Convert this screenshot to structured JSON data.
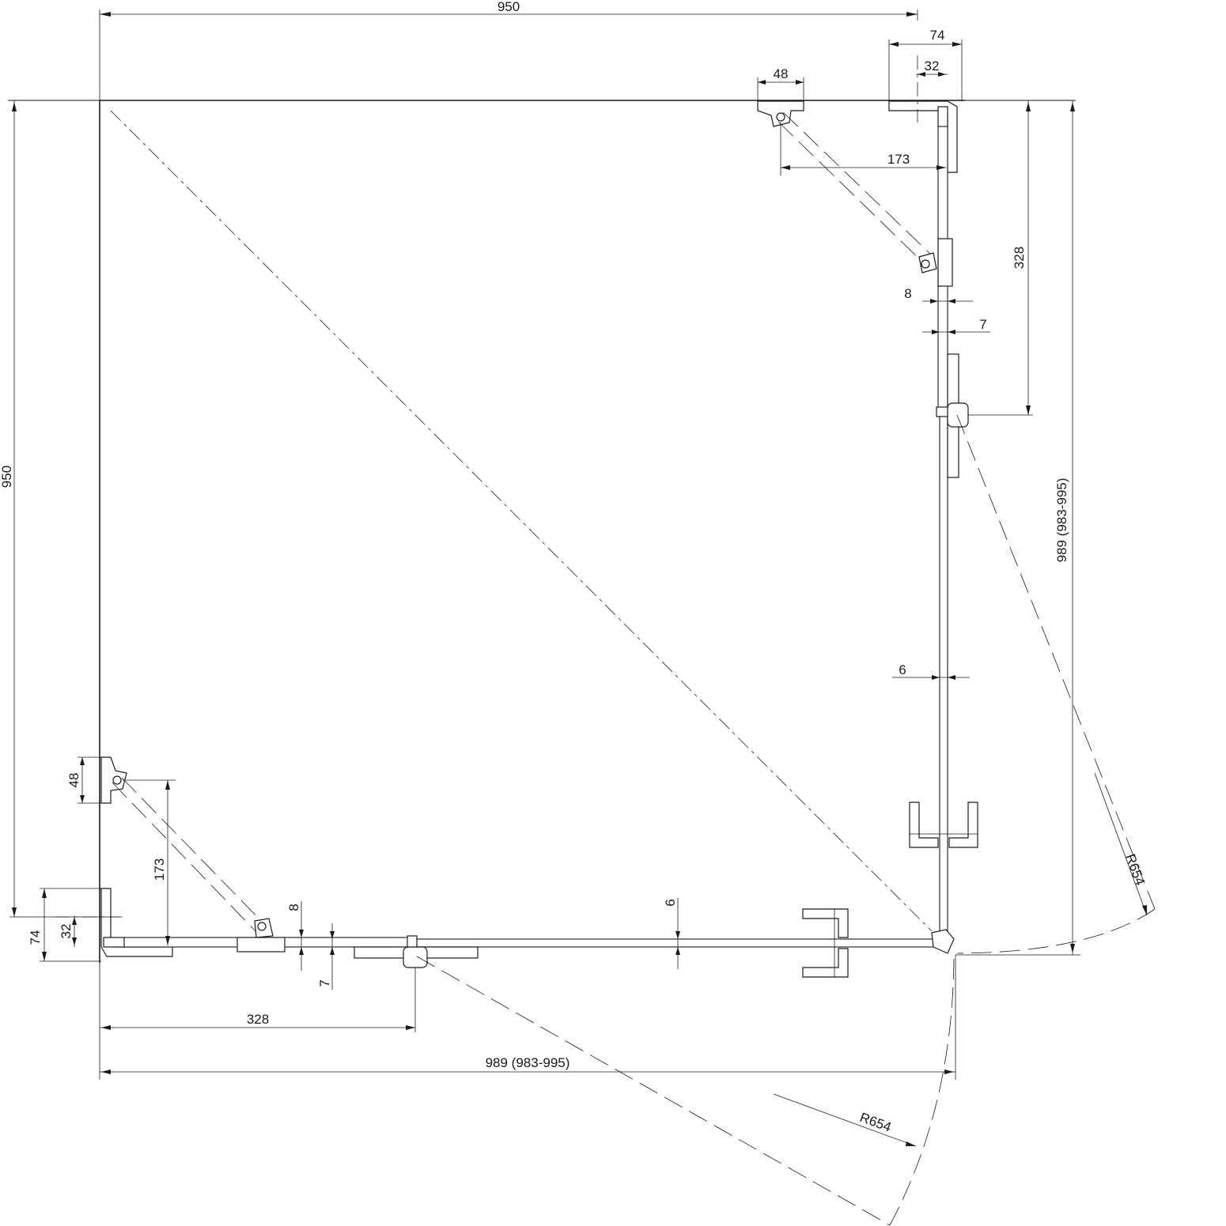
{
  "dimensions": {
    "top_width": "950",
    "top_profile_depth": "74",
    "top_profile_offset": "32",
    "top_bracket_width": "48",
    "top_rod_length": "173",
    "right_hinge_offset": "328",
    "right_gap_8": "8",
    "right_gap_7": "7",
    "right_glass_6": "6",
    "right_total": "989 (983-995)",
    "right_radius": "R654",
    "left_height": "950",
    "left_bracket_height": "48",
    "left_rod_length": "173",
    "left_profile_depth": "74",
    "left_profile_offset": "32",
    "bottom_gap_8": "8",
    "bottom_gap_7": "7",
    "bottom_glass_6": "6",
    "bottom_hinge_offset": "328",
    "bottom_total": "989 (983-995)",
    "bottom_radius": "R654"
  }
}
